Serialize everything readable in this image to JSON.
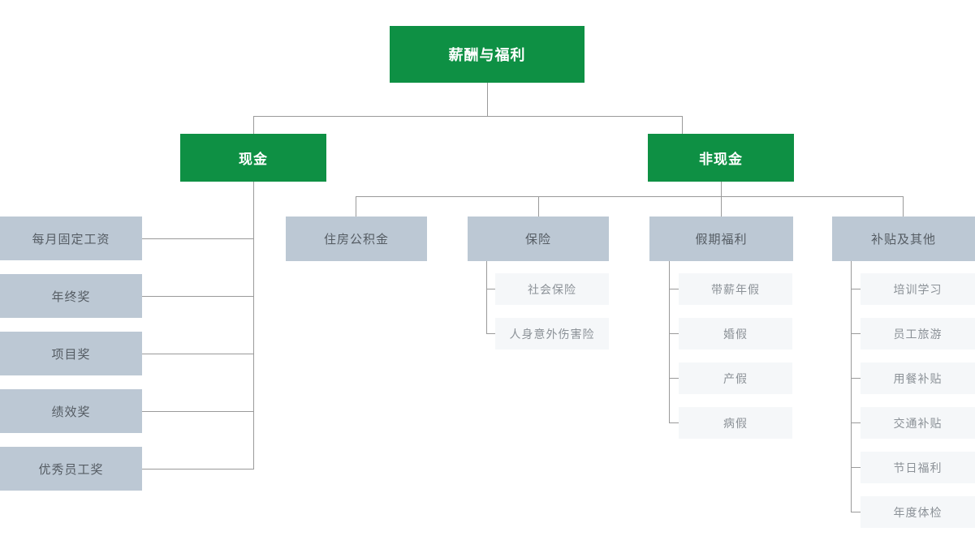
{
  "org": {
    "root": {
      "label": "薪酬与福利"
    },
    "branches": [
      {
        "label": "现金",
        "children": [
          {
            "label": "每月固定工资"
          },
          {
            "label": "年终奖"
          },
          {
            "label": "项目奖"
          },
          {
            "label": "绩效奖"
          },
          {
            "label": "优秀员工奖"
          }
        ]
      },
      {
        "label": "非现金",
        "children": [
          {
            "label": "住房公积金",
            "children": []
          },
          {
            "label": "保险",
            "children": [
              {
                "label": "社会保险"
              },
              {
                "label": "人身意外伤害险"
              }
            ]
          },
          {
            "label": "假期福利",
            "children": [
              {
                "label": "带薪年假"
              },
              {
                "label": "婚假"
              },
              {
                "label": "产假"
              },
              {
                "label": "病假"
              }
            ]
          },
          {
            "label": "补贴及其他",
            "children": [
              {
                "label": "培训学习"
              },
              {
                "label": "员工旅游"
              },
              {
                "label": "用餐补贴"
              },
              {
                "label": "交通补贴"
              },
              {
                "label": "节日福利"
              },
              {
                "label": "年度体检"
              }
            ]
          }
        ]
      }
    ]
  },
  "colors": {
    "green": "#0e9044",
    "branch_bg": "#bcc8d4",
    "leaf_bg": "#f5f7f9",
    "line": "#9a9a9a",
    "branch_text": "#555c63",
    "leaf_text": "#8b9197"
  }
}
